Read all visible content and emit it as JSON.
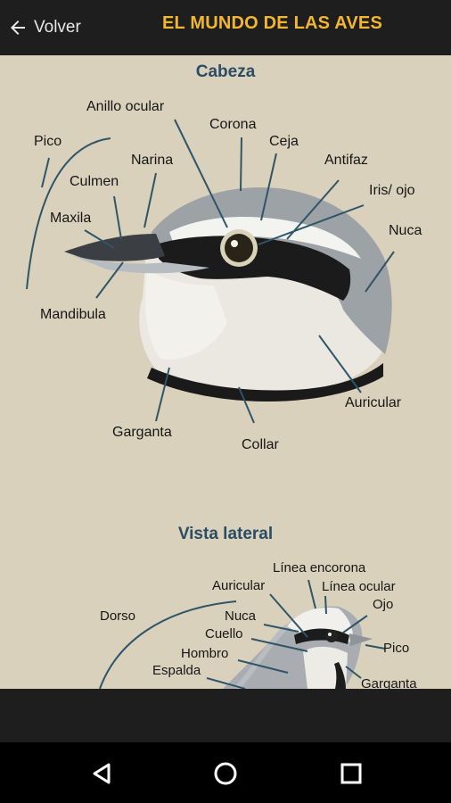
{
  "app_bar": {
    "back_label": "Volver",
    "title": "EL MUNDO DE LAS AVES"
  },
  "sections": {
    "head": {
      "title": "Cabeza",
      "labels": {
        "anillo_ocular": "Anillo ocular",
        "corona": "Corona",
        "ceja": "Ceja",
        "pico": "Pico",
        "narina": "Narina",
        "antifaz": "Antifaz",
        "culmen": "Culmen",
        "iris_ojo": "Iris/ ojo",
        "maxila": "Maxila",
        "nuca": "Nuca",
        "mandibula": "Mandibula",
        "auricular": "Auricular",
        "garganta": "Garganta",
        "collar": "Collar"
      }
    },
    "lateral": {
      "title": "Vista lateral",
      "labels": {
        "linea_encorona": "Línea encorona",
        "auricular": "Auricular",
        "linea_ocular": "Línea ocular",
        "dorso": "Dorso",
        "ojo": "Ojo",
        "nuca": "Nuca",
        "cuello": "Cuello",
        "pico": "Pico",
        "hombro": "Hombro",
        "espalda": "Espalda",
        "garganta": "Garganta"
      }
    }
  },
  "colors": {
    "accent": "#f2b631",
    "bar": "#1e1e1e",
    "page": "#d9d1bb",
    "heading": "#2b4d63",
    "leader": "#2f5568"
  }
}
